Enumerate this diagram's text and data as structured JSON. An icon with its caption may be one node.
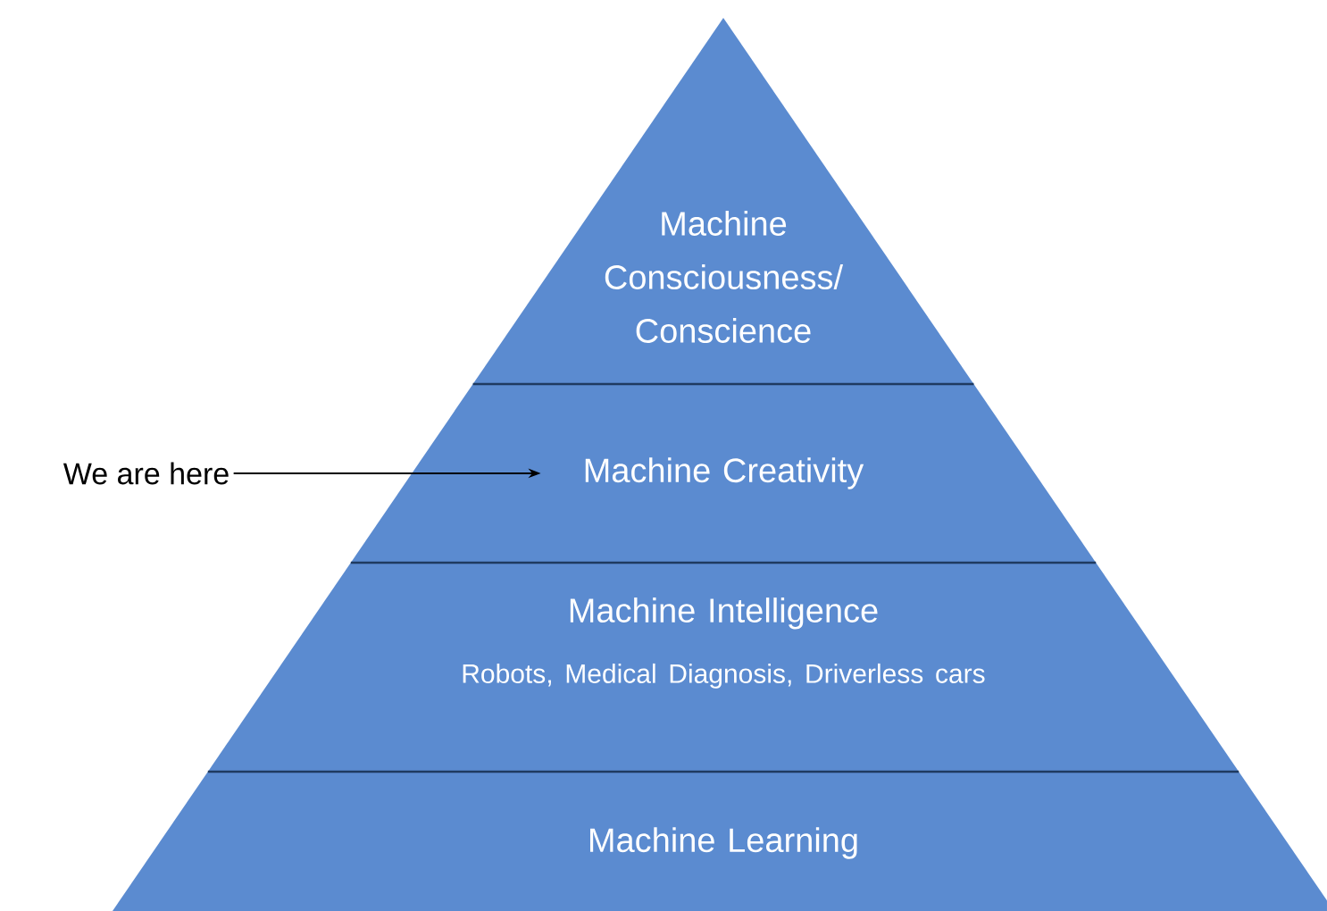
{
  "diagram": {
    "nodes": [
      {
        "text": [
          "Machine Consciousness/ Conscience"
        ]
      },
      {
        "text": [
          "Machine Creativity"
        ]
      },
      {
        "text": [
          "Machine Intelligence",
          "Robots, Medical Diagnosis, Driverless cars"
        ]
      },
      {
        "text": [
          "Machine Learning"
        ]
      },
      {
        "text": [
          "We are here"
        ]
      }
    ],
    "edges": [
      {
        "from": 4,
        "to": 1,
        "arrow": "to"
      }
    ]
  }
}
